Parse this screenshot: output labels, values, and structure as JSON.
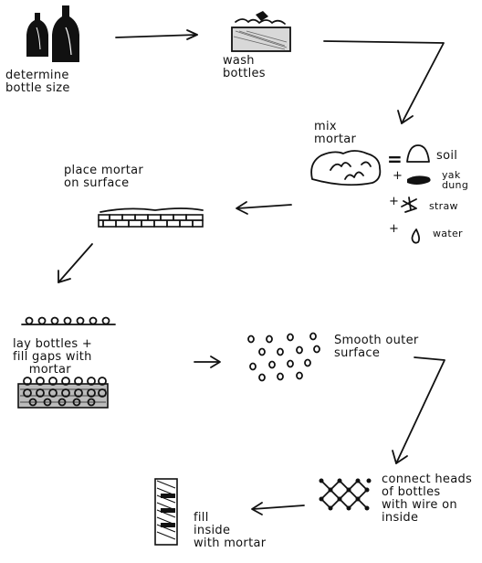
{
  "steps": {
    "determine": "determine\nbottle size",
    "wash": "wash\nbottles",
    "mix": "mix\nmortar",
    "place": "place mortar\non surface",
    "lay": "lay bottles +\nfill gaps with\n    mortar",
    "smooth": "Smooth outer\nsurface",
    "connect": "connect heads\nof bottles\nwith wire on\ninside",
    "fill": "fill\ninside\nwith mortar"
  },
  "ingredients": {
    "soil": "soil",
    "yak_dung": "yak\ndung",
    "straw": "straw",
    "water": "water"
  },
  "symbols": {
    "equals": "=",
    "plus": "+"
  },
  "colors": {
    "ink": "#111111",
    "background": "#ffffff"
  }
}
